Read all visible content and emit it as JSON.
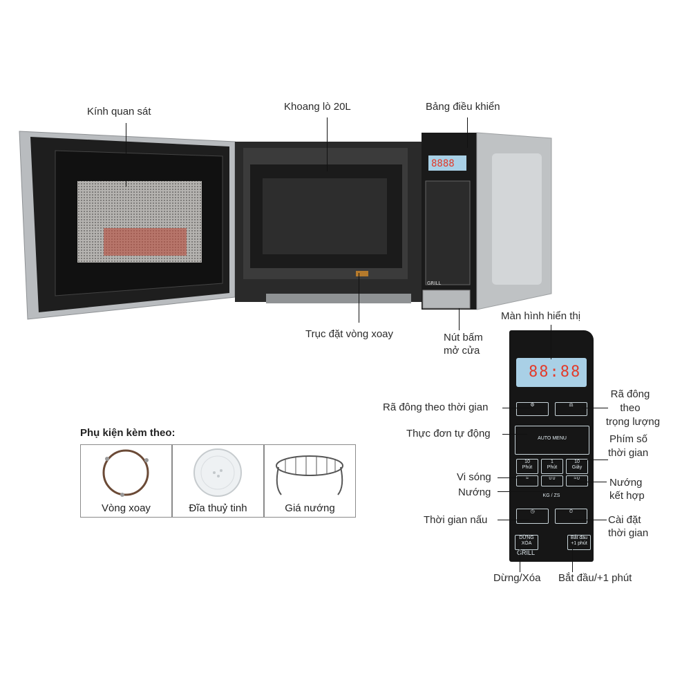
{
  "callouts": {
    "kinh_quan_sat": "Kính quan sát",
    "khoang_lo": "Khoang lò 20L",
    "bang_dieu_khien": "Bảng điều khiển",
    "truc_dat": "Trục đặt vòng xoay",
    "nut_bam_1": "Nút bấm",
    "nut_bam_2": "mở cửa",
    "man_hinh": "Màn hình hiển thị",
    "ra_dong_thoi_gian": "Rã đông theo thời gian",
    "ra_dong_trong_luong_1": "Rã đông",
    "ra_dong_trong_luong_2": "theo",
    "ra_dong_trong_luong_3": "trọng lượng",
    "thuc_don": "Thực đơn tự động",
    "phim_so_1": "Phím số",
    "phim_so_2": "thời gian",
    "vi_song": "Vi sóng",
    "nuong": "Nướng",
    "nuong_ket_hop_1": "Nướng",
    "nuong_ket_hop_2": "kết hợp",
    "thoi_gian_nau": "Thời gian nấu",
    "cai_dat_1": "Cài đặt",
    "cai_dat_2": "thời gian",
    "dung_xoa": "Dừng/Xóa",
    "bat_dau": "Bắt đầu/+1 phút"
  },
  "accessories": {
    "title": "Phụ kiện kèm theo:",
    "items": [
      "Vòng xoay",
      "Đĩa thuỷ tinh",
      "Giá nướng"
    ]
  },
  "panel": {
    "display": "88:88",
    "num_top": [
      "10",
      "1",
      "10"
    ],
    "num_bottom": [
      "Phút",
      "Phút",
      "Giây"
    ],
    "auto_menu": "AUTO MENU",
    "stop_top": "DỪNG",
    "stop_bottom": "XÓA",
    "start_top": "Bắt đầu",
    "start_bottom": "+1 phút",
    "grill": "GRILL",
    "kg": "KG / ZS"
  },
  "colors": {
    "body_silver": "#c8cbcd",
    "panel_black": "#161616",
    "display_blue": "#a9d0e6",
    "digits_red": "#e23b2b"
  }
}
